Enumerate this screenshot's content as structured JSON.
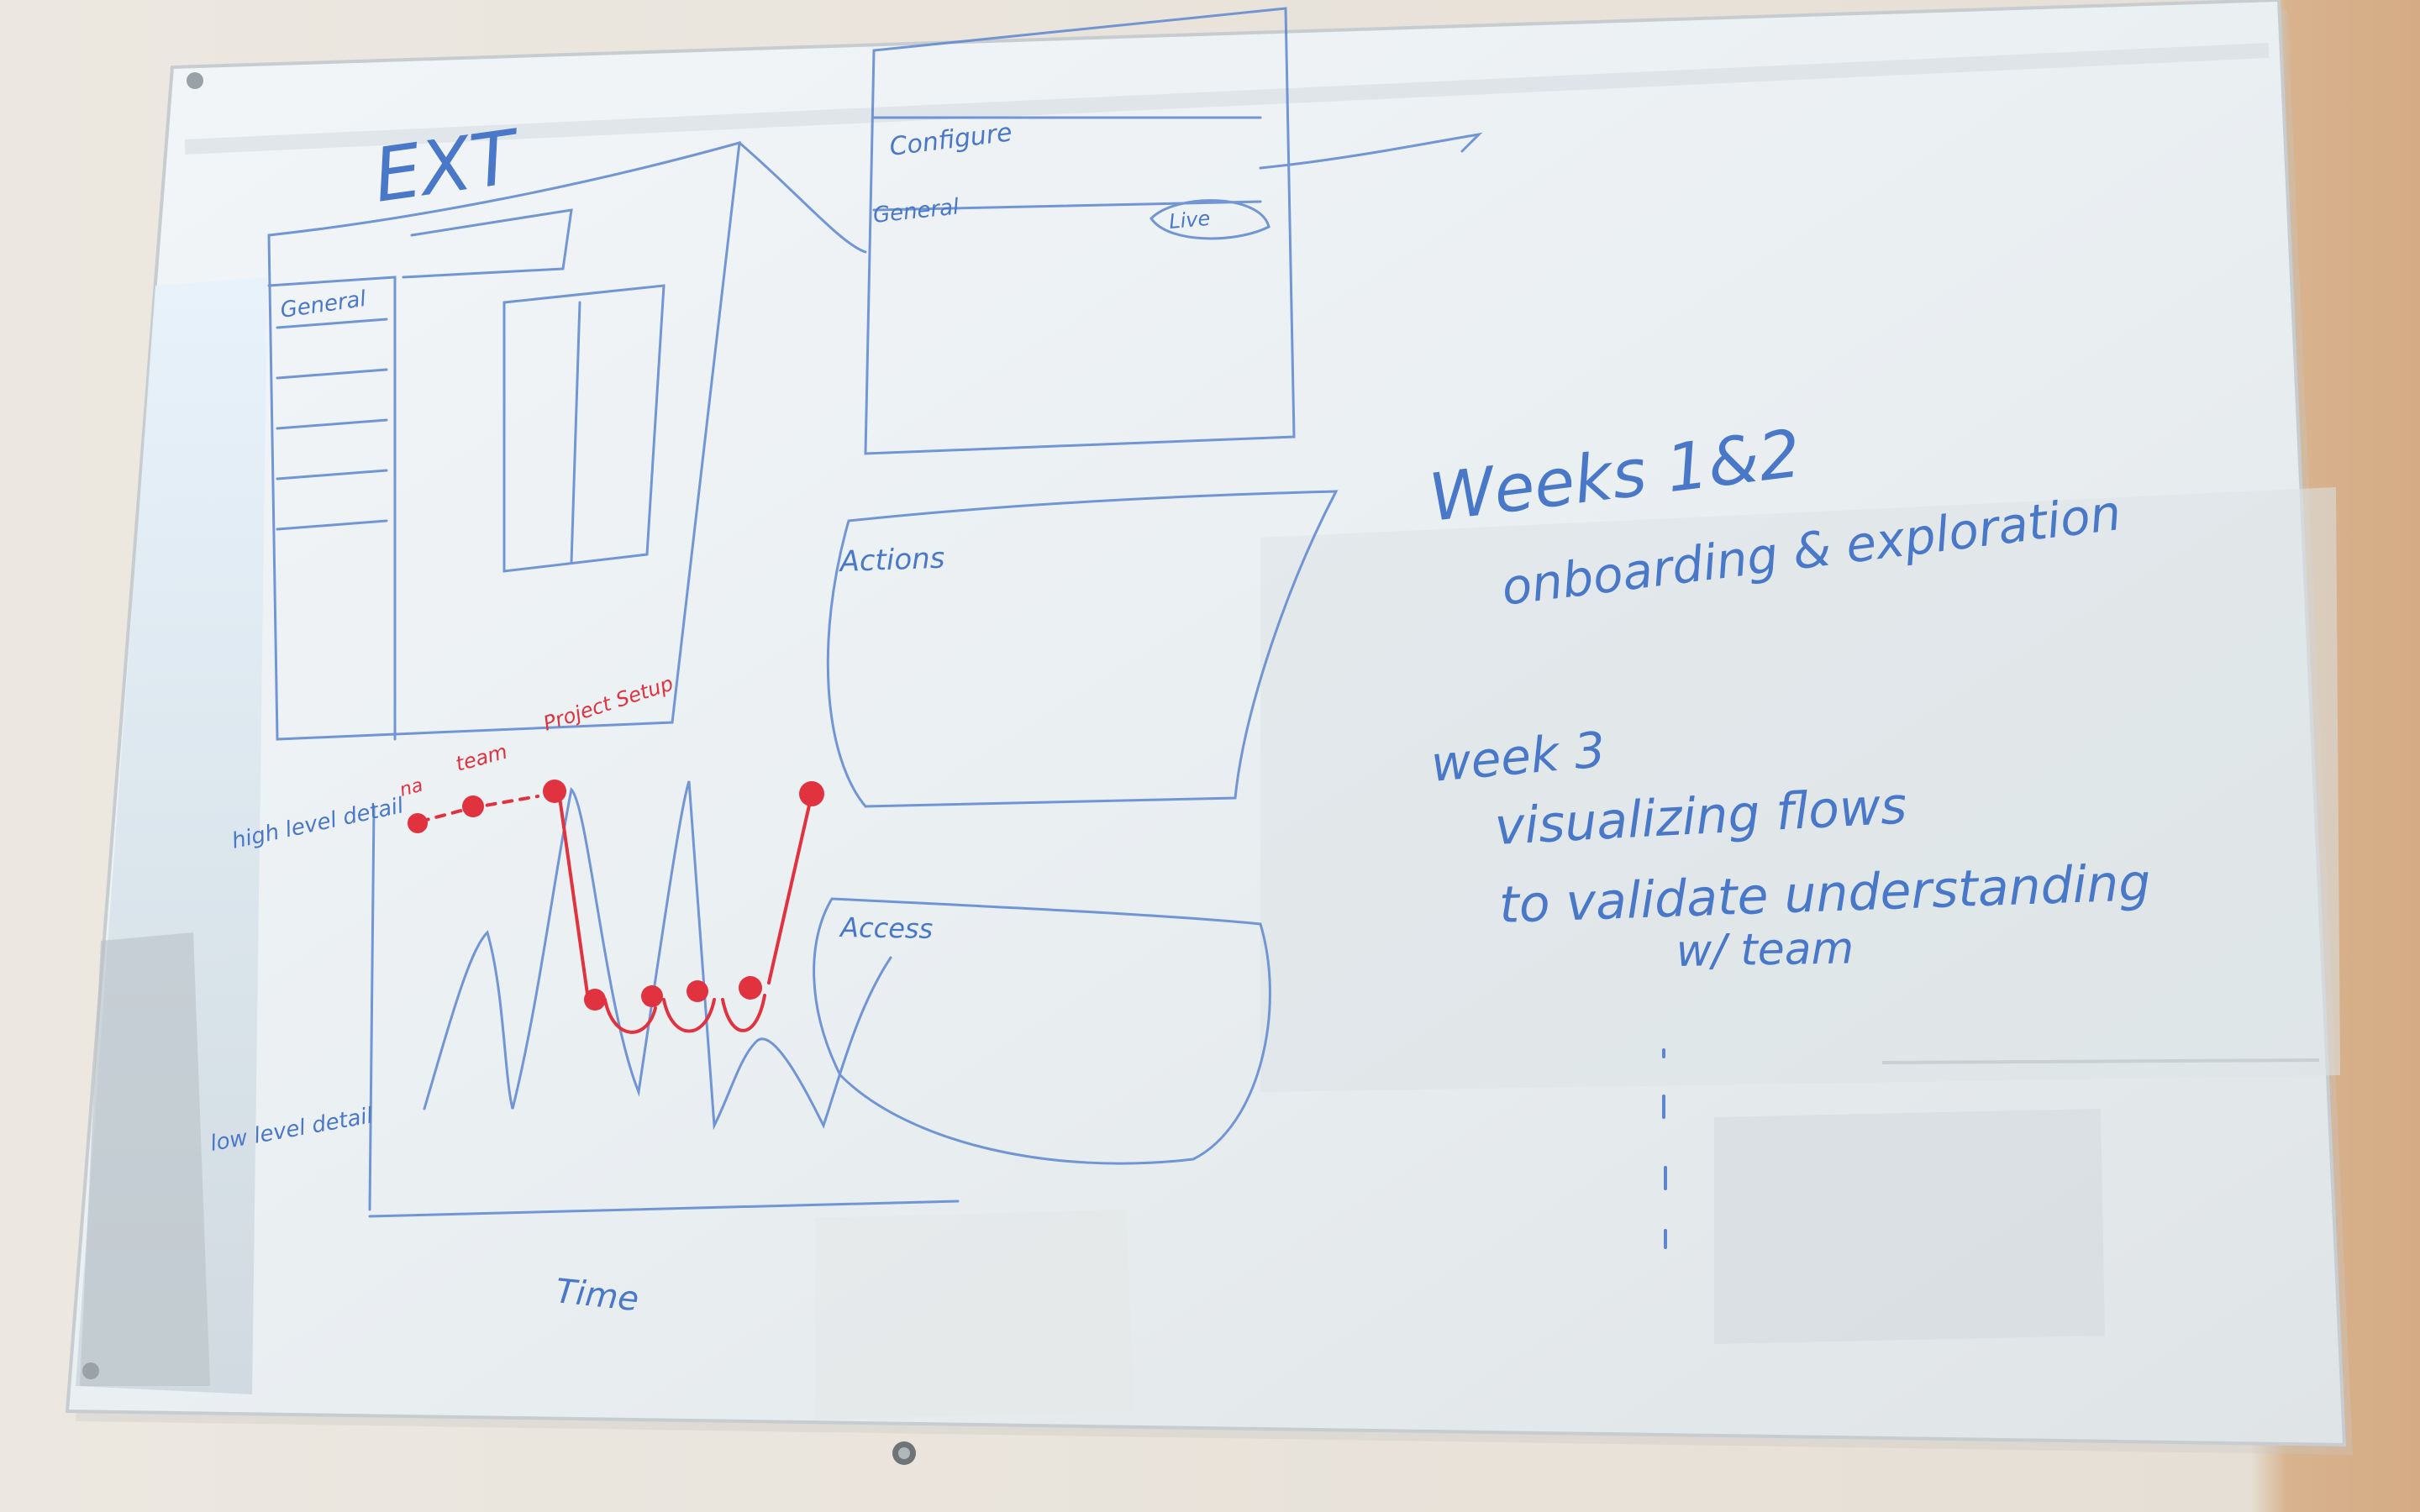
{
  "scene": {
    "description_colors": {
      "wall": "#e9e4dc",
      "wall_right": "#d9b48f",
      "glass": "#eef3f7",
      "marker_blue": "#4a78c9",
      "marker_red": "#e0323f"
    }
  },
  "sketch": {
    "ext_label": "EXT",
    "general_tab": "General",
    "configure_label": "Configure",
    "general_label": "General",
    "live_label": "Live",
    "actions_label": "Actions",
    "access_label": "Access",
    "y_high": "high level detail",
    "y_low": "low level detail",
    "x_axis": "Time",
    "red_labels": [
      "na",
      "team",
      "Project Setup"
    ]
  },
  "notes": {
    "week12_title": "Weeks 1&2",
    "week12_body": "onboarding & exploration",
    "week3_title": "week 3",
    "week3_line1": "visualizing flows",
    "week3_line2": "to validate understanding",
    "week3_line3": "w/ team"
  }
}
